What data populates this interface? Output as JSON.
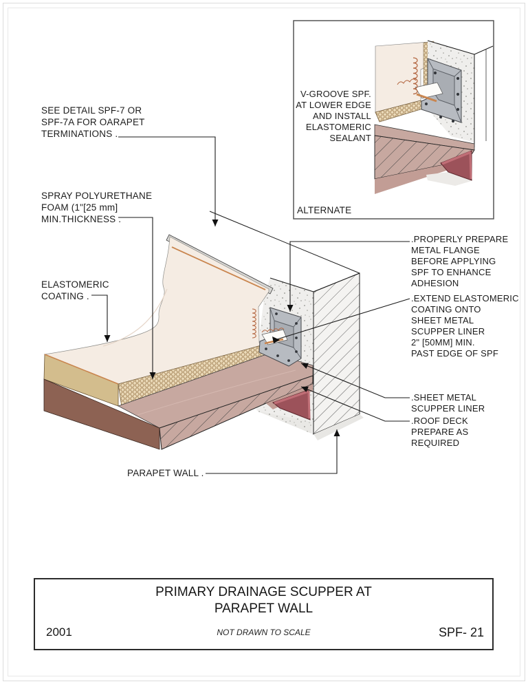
{
  "drawing": {
    "labels": {
      "see_detail": "SEE DETAIL SPF-7 OR\nSPF-7A FOR OARAPET\nTERMINATIONS .",
      "spray_foam": "SPRAY POLYURETHANE\nFOAM (1\"[25 mm]\nMIN.THICKNESS .",
      "elastomeric_coating": "ELASTOMERIC\nCOATING .",
      "parapet_wall": "PARAPET WALL .",
      "properly_prepare": ".PROPERLY PREPARE\nMETAL FLANGE\nBEFORE APPLYING\nSPF TO ENHANCE\nADHESION",
      "extend_coating": ".EXTEND ELASTOMERIC\nCOATING ONTO\nSHEET METAL\nSCUPPER LINER\n2\" [50MM] MIN.\nPAST EDGE OF SPF",
      "sheet_metal": ".SHEET METAL\nSCUPPER LINER",
      "roof_deck": ".ROOF DECK\nPREPARE AS\nREQUIRED"
    },
    "inset": {
      "label_v_groove": "V-GROOVE SPF.\nAT LOWER EDGE\nAND INSTALL\nELASTOMERIC\nSEALANT",
      "caption": "ALTERNATE"
    }
  },
  "title_block": {
    "title_line1": "PRIMARY DRAINAGE SCUPPER AT",
    "title_line2": "PARAPET WALL",
    "year": "2001",
    "scale_note": "NOT DRAWN TO SCALE",
    "sheet_number": "SPF- 21"
  },
  "colors": {
    "paper": "#ffffff",
    "line": "#1a1a1a",
    "cream": "#f5ece3",
    "tan_foam": "#d3bd8d",
    "foam_cut": "#ead9b8",
    "foam_hex_line": "#a8895e",
    "deck_pink": "#c7a8a0",
    "deck_pink_light": "#c29d95",
    "deck_brown": "#8d6253",
    "maroon": "#9c525a",
    "maroon_edge": "#c06e76",
    "metal_gray": "#b7bbc1",
    "metal_panel": "#a9adb3",
    "concrete_bg": "#efeeec",
    "coping_gray": "#d8d7d4",
    "orange_accent": "#c9854e",
    "rust_fringe": "#b2643e",
    "hatch_bg": "#f4f3f1"
  }
}
